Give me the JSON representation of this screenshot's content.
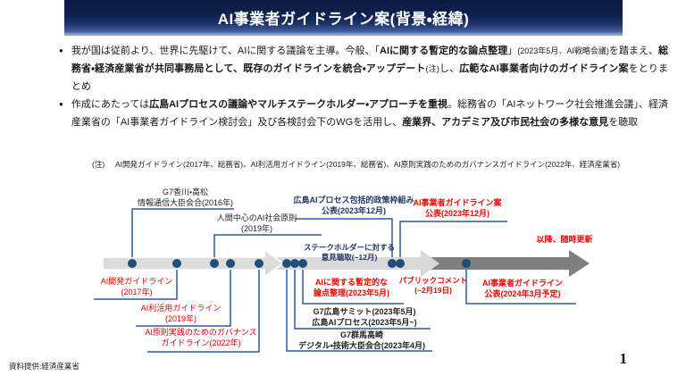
{
  "header": {
    "title": "AI事業者ガイドライン案(背景・経緯)"
  },
  "bullet_char": "●",
  "bullets": [
    {
      "segments": [
        {
          "text": "我が国は従前より、世界に先駆けて、AIに関する議論を主導。今般、「"
        },
        {
          "text": "AIに関する暫定的な論点整理",
          "bold": true
        },
        {
          "text": "」"
        },
        {
          "text": "(2023年5月、AI戦略会議)",
          "small": true
        },
        {
          "text": "を踏まえ、"
        },
        {
          "text": "総務省・経済産業省が共同事務局として、既存のガイドラインを統合・アップデート",
          "bold": true
        },
        {
          "text": "(注)",
          "small": true
        },
        {
          "text": "し、"
        },
        {
          "text": "広範なAI事業者向けのガイドライン案",
          "bold": true
        },
        {
          "text": "をとりまとめ"
        }
      ]
    },
    {
      "segments": [
        {
          "text": "作成にあたっては"
        },
        {
          "text": "広島AIプロセスの議論やマルチステークホルダー・アプローチを重視",
          "bold": true
        },
        {
          "text": "。総務省の「AIネットワーク社会推進会議」、経済産業省の「AI事業者ガイドライン検討会」及び各検討会下のWGを活用し、"
        },
        {
          "text": "産業界、アカデミア及び市民社会の多様な意見",
          "bold": true
        },
        {
          "text": "を聴取"
        }
      ]
    }
  ],
  "note": {
    "label": "(注)",
    "text": "AI開発ガイドライン(2017年、総務省)、AI利活用ガイドライン(2019年、総務省)、AI原則実践のためのガバナンスガイドライン(2022年、経済産業省)"
  },
  "timeline": {
    "g7_kagawa": {
      "line1": "G7香川・高松",
      "line2": "情報通信大臣会合(2016年)"
    },
    "ningen_chushin": {
      "line1": "人間中心のAI社会原則",
      "line2": "(2019年)"
    },
    "hiroshima_framework": {
      "line1": "広島AIプロセス包括的政策枠組み",
      "line2": "公表(2023年12月)"
    },
    "guideline_draft": {
      "line1": "AI事業者ガイドライン案",
      "line2": "公表(2023年12月)"
    },
    "stakeholder": {
      "line1": "ステークホルダーに対する",
      "line2": "意見聴取(~12月)"
    },
    "zuiji_update": {
      "text": "以降、随時更新"
    },
    "ai_dev": {
      "line1": "AI開発ガイドライン",
      "line2": "(2017年)"
    },
    "ai_riyo": {
      "line1": "AI利活用ガイドライン",
      "line2": "(2019年)"
    },
    "ai_gensoku": {
      "line1": "AI原則実践のためのガバナンス",
      "line2": "ガイドライン(2022年)"
    },
    "ronten_seiri": {
      "line1": "AIに関する暫定的な",
      "line2": "論点整理(2023年5月)"
    },
    "public_comment": {
      "line1": "パブリックコメント",
      "line2": "(~2月19日)"
    },
    "g7_hiroshima": {
      "line1": "G7広島サミット(2023年5月)",
      "line2": "広島AIプロセス(2023年5月~)"
    },
    "g7_gunma": {
      "line1": "G7群馬高崎",
      "line2": "デジタル・技術大臣会合(2023年4月)"
    },
    "guideline_final": {
      "line1": "AI事業者ガイドライン",
      "line2": "公表(2024年3月予定)"
    }
  },
  "footer": {
    "source": "資料提供:経済産業省",
    "page": "1"
  },
  "colors": {
    "header_navy": "#0f2150",
    "label_navy": "#1f3864",
    "label_red": "#ff0000",
    "connector_blue": "#2e5a9e",
    "dot_navy": "#1f4e79",
    "arrow_light": "#d9d9d9",
    "arrow_dark": "#7f7f7f"
  }
}
